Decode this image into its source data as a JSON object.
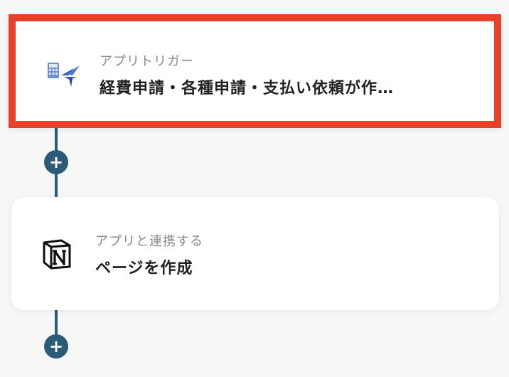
{
  "colors": {
    "accent_border": "#e8402a",
    "connector": "#2c5b78",
    "background": "#f7f7f7"
  },
  "flow": {
    "trigger": {
      "subtitle": "アプリトリガー",
      "title": "経費申請・各種申請・支払い依頼が作…",
      "icon": "bakuraku-app-icon"
    },
    "action": {
      "subtitle": "アプリと連携する",
      "title": "ページを作成",
      "icon": "notion-icon"
    },
    "add_step_label": "+"
  }
}
